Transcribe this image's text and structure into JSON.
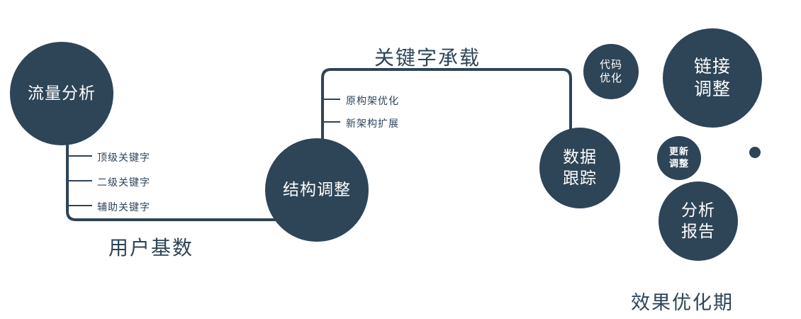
{
  "colors": {
    "primary": "#2e4457",
    "background": "#ffffff",
    "node_text": "#ffffff"
  },
  "nodes": {
    "traffic": {
      "label": "流量分析"
    },
    "structure": {
      "label": "结构调整"
    },
    "tracking": {
      "line1": "数据",
      "line2": "跟踪"
    },
    "code": {
      "line1": "代码",
      "line2": "优化"
    },
    "link": {
      "line1": "链接",
      "line2": "调整"
    },
    "update": {
      "line1": "更新",
      "line2": "调整"
    },
    "report": {
      "line1": "分析",
      "line2": "报告"
    }
  },
  "edge_labels": {
    "user_base": "用户基数",
    "keyword_carry": "关键字承载"
  },
  "branches": {
    "left": [
      "顶级关键字",
      "二级关键字",
      "辅助关键字"
    ],
    "mid": [
      "原构架优化",
      "新架构扩展"
    ]
  },
  "caption": "效果优化期"
}
